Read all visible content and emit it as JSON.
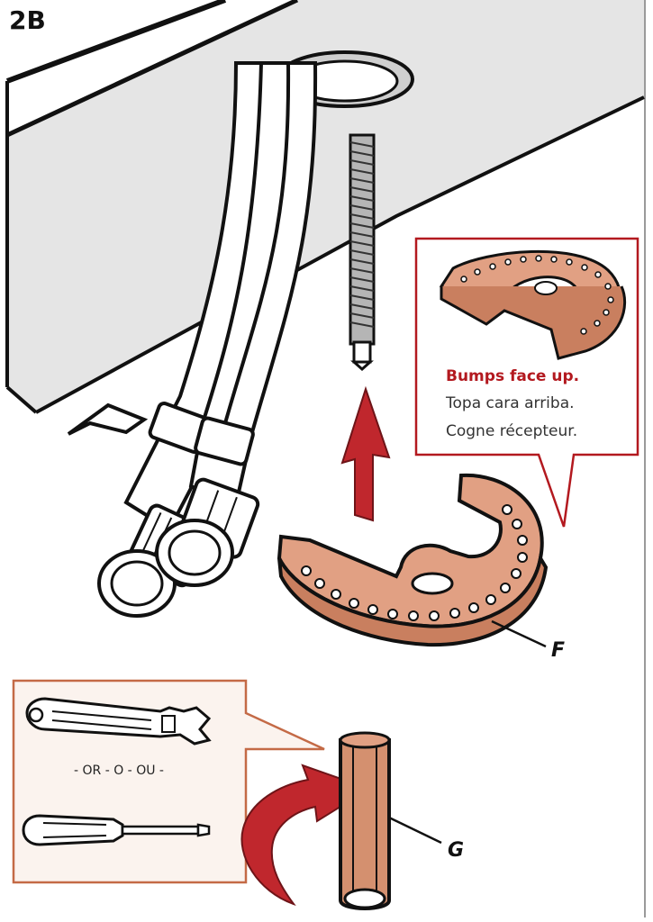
{
  "step": {
    "label": "2B"
  },
  "callout": {
    "heading": "Bumps face up.",
    "line_es": "Topa cara arriba.",
    "line_fr": "Cogne récepteur."
  },
  "parts": {
    "f": "F",
    "g": "G"
  },
  "tools": {
    "or_text": "- OR - O - OU -"
  },
  "colors": {
    "accent_red": "#b3191f",
    "copper": "#e1a083",
    "copper_dark": "#c97f5f",
    "tool_panel_bg": "#fbf3ee",
    "tool_panel_border": "#c46a46",
    "arrow_red": "#c0272d"
  },
  "icons": [
    "threaded-rod-icon",
    "supply-hose-icon",
    "mounting-washer-icon",
    "up-arrow-icon",
    "wrench-icon",
    "screwdriver-icon",
    "rotate-arrow-icon",
    "tube-tool-icon"
  ]
}
